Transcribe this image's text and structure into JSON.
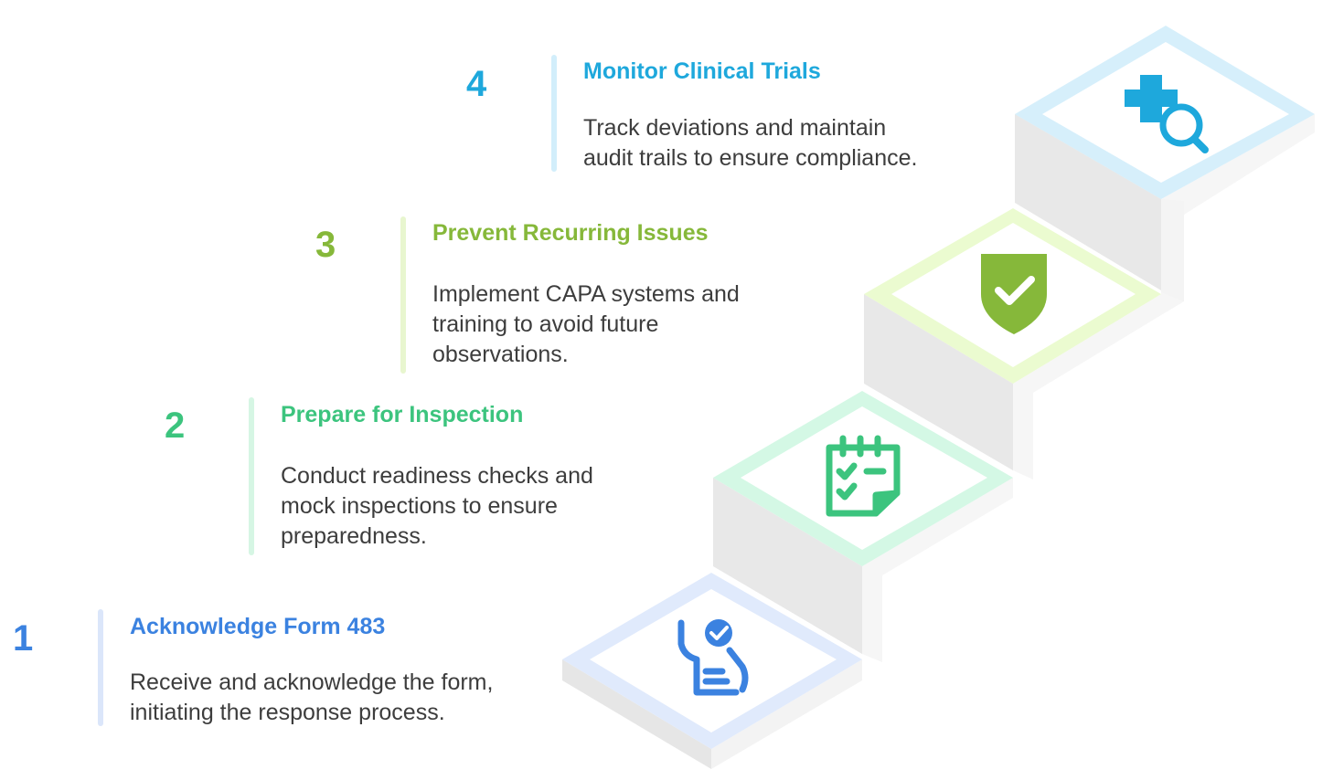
{
  "steps": [
    {
      "number": "1",
      "title": "Acknowledge Form 483",
      "description_lines": [
        "Receive and acknowledge the form,",
        "initiating the response process."
      ],
      "color": "#3b82e0",
      "bar_color": "#dbe6fa",
      "tile_border": "#dde8fc",
      "icon": "acknowledge-form-icon"
    },
    {
      "number": "2",
      "title": "Prepare for Inspection",
      "description_lines": [
        "Conduct readiness checks and",
        "mock inspections to ensure",
        "preparedness."
      ],
      "color": "#3cc47e",
      "bar_color": "#d6f6e4",
      "tile_border": "#d2f7e3",
      "icon": "checklist-calendar-icon"
    },
    {
      "number": "3",
      "title": "Prevent Recurring Issues",
      "description_lines": [
        "Implement CAPA systems and",
        "training to avoid future",
        "observations."
      ],
      "color": "#86b83a",
      "bar_color": "#e8f6cf",
      "tile_border": "#eafacc",
      "icon": "shield-check-icon"
    },
    {
      "number": "4",
      "title": "Monitor Clinical Trials",
      "description_lines": [
        "Track deviations and maintain",
        "audit trails to ensure compliance."
      ],
      "color": "#1ea8dc",
      "bar_color": "#d2eefb",
      "tile_border": "#d4f0fc",
      "icon": "medical-search-icon"
    }
  ]
}
